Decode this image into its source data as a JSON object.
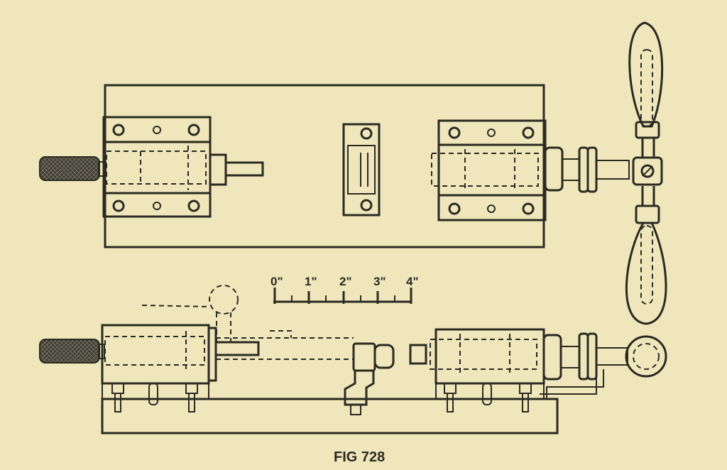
{
  "figure": {
    "caption": "FIG 728",
    "scale_labels": [
      "0\"",
      "1\"",
      "2\"",
      "3\"",
      "4\""
    ],
    "ink_color": "#2b2a22",
    "paper_color": "#efe7bb"
  }
}
